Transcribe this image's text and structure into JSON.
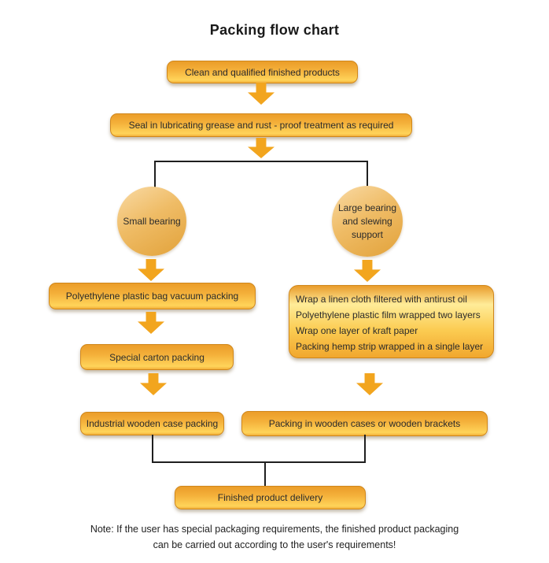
{
  "title": "Packing flow chart",
  "nodes": {
    "clean": {
      "label": "Clean and qualified finished products"
    },
    "seal": {
      "label": "Seal in lubricating grease and rust - proof treatment as required"
    },
    "small_bearing": {
      "label": "Small bearing"
    },
    "large_bearing": {
      "label": "Large bearing and slewing support"
    },
    "poly_bag": {
      "label": "Polyethylene plastic bag vacuum packing"
    },
    "wrap_steps": {
      "lines": [
        "Wrap a linen cloth filtered with antirust oil",
        "Polyethylene plastic film wrapped two layers",
        "Wrap one layer of kraft paper",
        "Packing hemp strip wrapped in a single layer"
      ]
    },
    "carton": {
      "label": "Special carton packing"
    },
    "wooden_case": {
      "label": "Industrial wooden case packing"
    },
    "wooden_brackets": {
      "label": "Packing in wooden cases or wooden brackets"
    },
    "delivery": {
      "label": "Finished product delivery"
    }
  },
  "note": "Note: If the user has special packaging requirements, the finished product packaging can be carried out according to the user's requirements!",
  "colors": {
    "node_gradient_top": "#EB9D29",
    "node_gradient_bottom": "#FFD45A",
    "node_border": "#D0871B",
    "arrow": "#F2A51E",
    "connector_line": "#1F1F1F",
    "text": "#333333",
    "background": "#FFFFFF"
  }
}
